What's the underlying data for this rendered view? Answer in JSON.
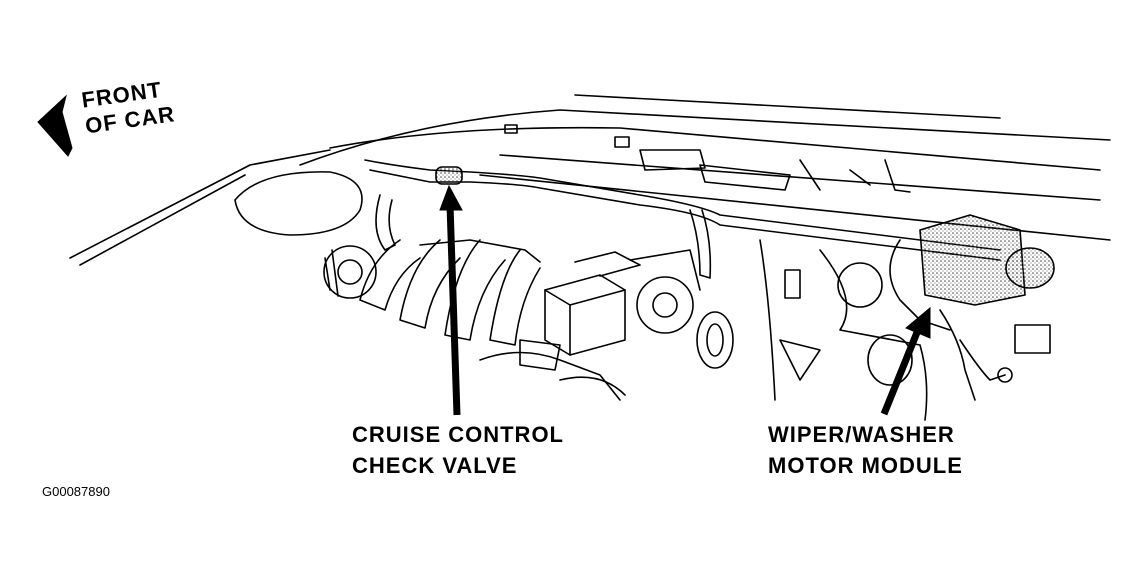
{
  "orientation": {
    "line1": "FRONT",
    "line2": "OF CAR"
  },
  "callouts": {
    "cruise_check_valve": {
      "line1": "CRUISE CONTROL",
      "line2": "CHECK VALVE"
    },
    "wiper_module": {
      "line1": "WIPER/WASHER",
      "line2": "MOTOR MODULE"
    }
  },
  "figure_code": "G00087890",
  "colors": {
    "ink": "#000000",
    "paper": "#ffffff",
    "stipple": "#9a9a9a"
  }
}
